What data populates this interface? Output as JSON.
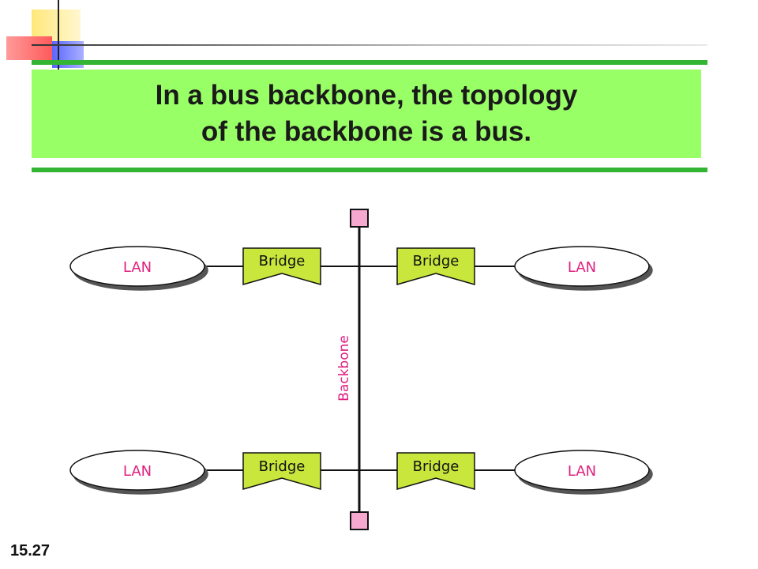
{
  "title": {
    "line1": "In a bus backbone, the topology",
    "line2": "of the backbone is a bus."
  },
  "slide_number": "15.27",
  "diagram": {
    "backbone_label": "Backbone",
    "lan_label": "LAN",
    "bridge_label": "Bridge",
    "colors": {
      "bridge_fill": "#c8e63c",
      "terminator_fill": "#f7a8cf",
      "label_accent": "#e0207f",
      "title_band": "#99ff66",
      "rule_green": "#33b533"
    }
  }
}
